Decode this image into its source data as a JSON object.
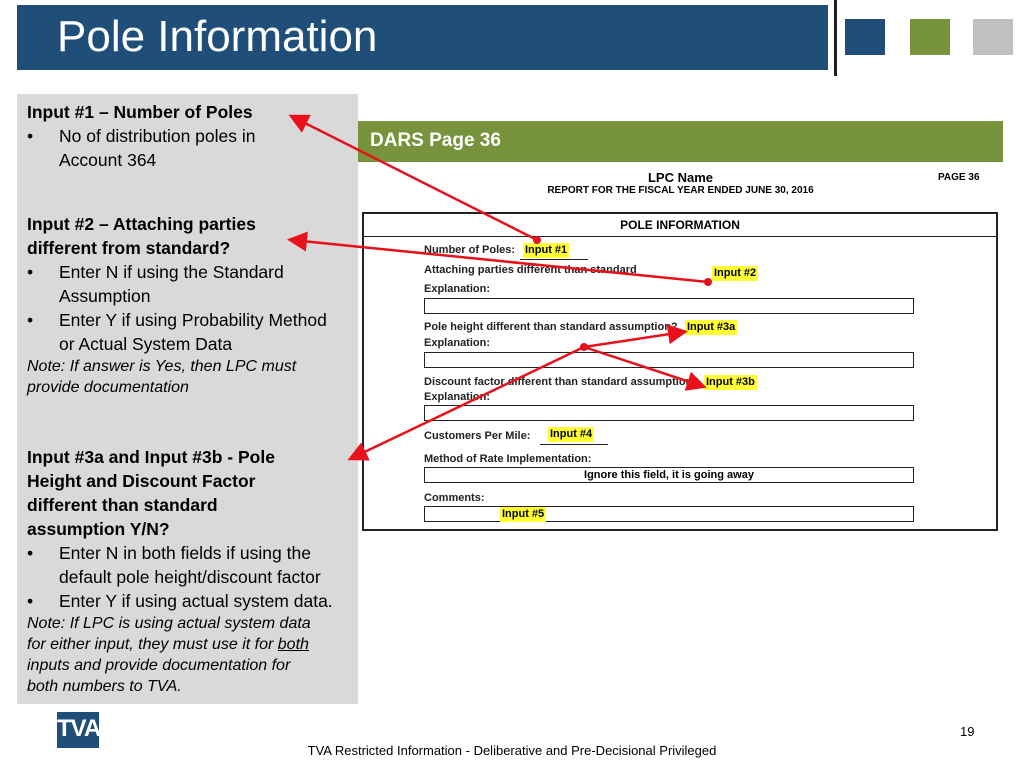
{
  "title": "Pole Information",
  "colors": {
    "title_bar": "#1f4e79",
    "square_blue": "#1f4e79",
    "square_green": "#77933c",
    "square_gray": "#c0c0c0",
    "dars_bar": "#77933c",
    "arrow": "#e8101a",
    "highlight": "#ffff33"
  },
  "left": {
    "input1_heading": "Input #1 – Number of Poles",
    "input1_bullet_line1": "No of distribution poles in",
    "input1_bullet_line2": "Account 364",
    "input2_heading_line1": "Input #2 – Attaching parties",
    "input2_heading_line2": "different from standard?",
    "input2_b1_line1": "Enter N if  using the Standard",
    "input2_b1_line2": "Assumption",
    "input2_b2_line1": "Enter Y if  using Probability Method",
    "input2_b2_line2": "or Actual System Data",
    "input2_note_line1": "Note:  If answer is Yes, then LPC must",
    "input2_note_line2": "provide documentation",
    "input3_heading_line1": "Input #3a and Input #3b - Pole",
    "input3_heading_line2": "Height and Discount Factor",
    "input3_heading_line3": "different than standard",
    "input3_heading_line4": "assumption Y/N?",
    "input3_b1_line1": "Enter N in both fields if using the",
    "input3_b1_line2": "default pole height/discount factor",
    "input3_b2_line1": "Enter Y if using actual system data.",
    "input3_note_line1": "Note:  If LPC is using actual system data",
    "input3_note_line2a": "for either input, they must use it for ",
    "input3_note_line2b": "both",
    "input3_note_line3": "inputs and provide documentation for",
    "input3_note_line4": "both numbers to TVA.",
    "bullet": "•"
  },
  "dars": {
    "label": "DARS Page 36",
    "lpc_name": "LPC Name",
    "report_for": "REPORT FOR THE FISCAL YEAR ENDED JUNE 30, 2016",
    "page": "PAGE 36",
    "form_header": "POLE INFORMATION",
    "num_poles": "Number of Poles:",
    "attaching": "Attaching parties different than standard",
    "explanation1": "Explanation:",
    "pole_height": "Pole height different than standard assumption?",
    "explanation2": "Explanation:",
    "discount": "Discount factor different than standard assumption?",
    "explanation3": "Explanation:",
    "customers": "Customers Per Mile:",
    "method": "Method of Rate Implementation:",
    "ignore": "Ignore this field, it is going away",
    "comments": "Comments:",
    "inp1": "Input #1",
    "inp2": "Input #2",
    "inp3a": "Input #3a",
    "inp3b": "Input #3b",
    "inp4": "Input #4",
    "inp5": "Input #5"
  },
  "logo": "TVA",
  "page_number": "19",
  "footer": "TVA Restricted Information - Deliberative and Pre-Decisional Privileged"
}
